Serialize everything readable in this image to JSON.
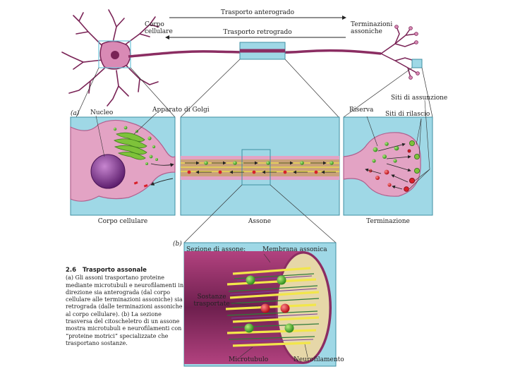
{
  "figure": {
    "top": {
      "anterograde": "Trasporto anterogrado",
      "retrograde": "Trasporto retrogrado",
      "cell_body": "Corpo\ncellulare",
      "terminals": "Terminazioni\nassoniche"
    },
    "panel_a": {
      "tag": "(a)",
      "nucleus": "Nucleo",
      "golgi": "Apparato di Golgi",
      "reserve": "Riserva",
      "uptake_sites": "Siti di assunzione",
      "release_sites": "Siti di rilascio",
      "cell_body": "Corpo cellulare",
      "axon": "Assone",
      "terminal": "Terminazione"
    },
    "panel_b": {
      "tag": "(b)",
      "section": "Sezione di assone:",
      "membrane": "Membrana assonica",
      "substances": "Sostanze\ntrasportate",
      "microtubule": "Microtubulo",
      "neurofilament": "Neurofilamento"
    },
    "caption": {
      "number": "2.6",
      "title": "Trasporto assonale",
      "body": "(a) Gli assoni trasportano proteine mediante microtubuli e neurofilamenti in direzione sia anterograda (dal corpo cellulare alle terminazioni assoniche) sia retrograda (dalle terminazioni assoniche al corpo cellulare). (b) La sezione trasversa del citoscheletro di un assone mostra microtubuli e neurofilamenti con “proteine motrici” specializzate che trasportano sostanze."
    },
    "colors": {
      "background_panel": "#9fd8e6",
      "membrane_pink": "#e3a3c4",
      "axon_brown": "#c9a27a",
      "nucleus_purple": "#8a3c97",
      "golgi_green": "#7ec23a",
      "vesicle_red": "#d8202a",
      "microtubule_yellow": "#f2e64a"
    }
  }
}
